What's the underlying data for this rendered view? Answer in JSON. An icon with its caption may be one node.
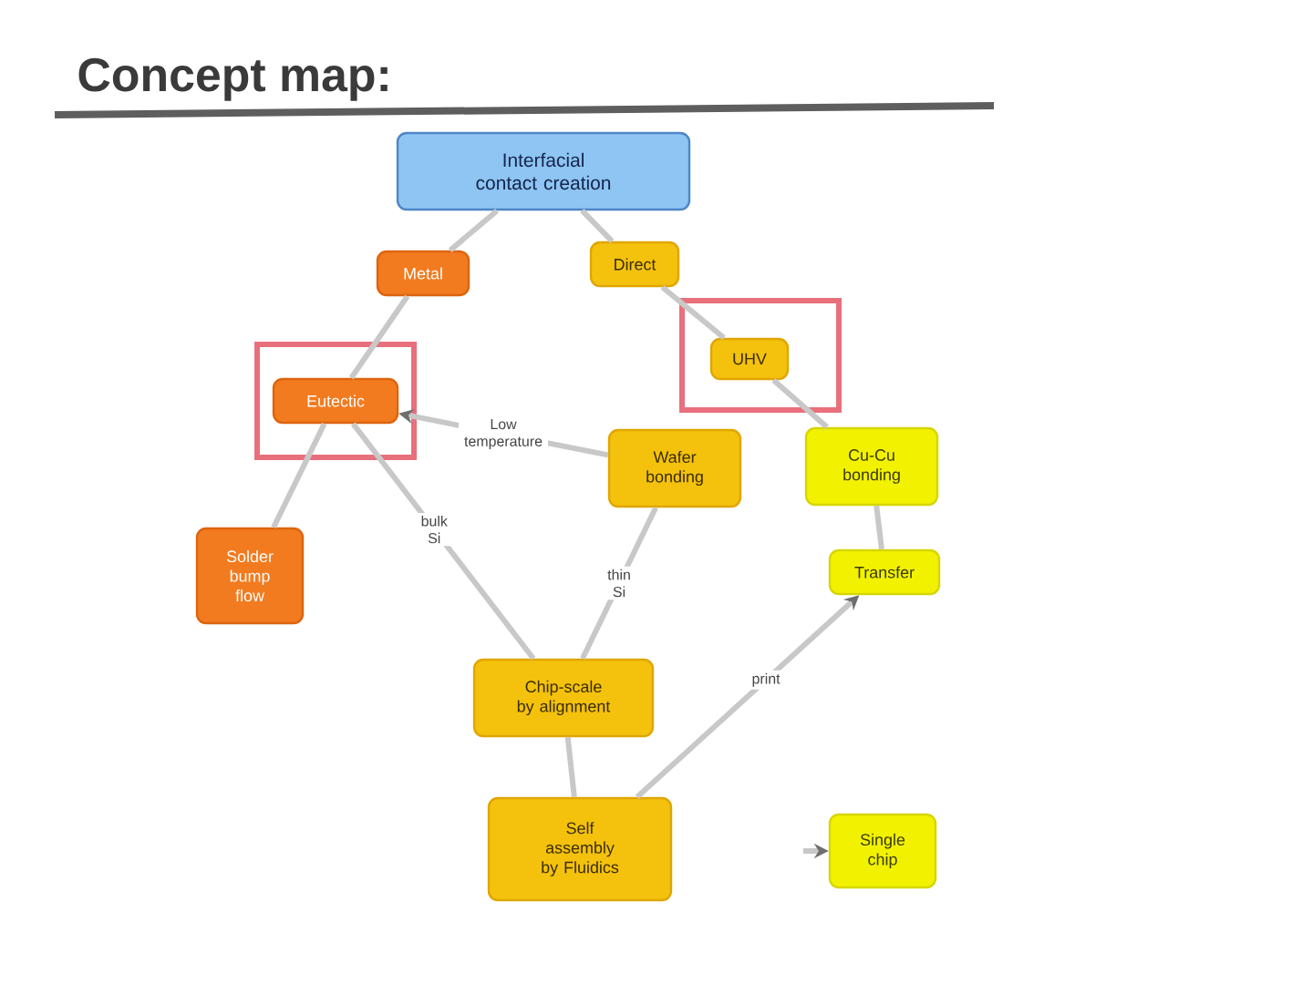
{
  "diagram": {
    "title": "Concept map:",
    "nodes": [
      {
        "text": [
          "Interfacial contact creation"
        ]
      },
      {
        "text": [
          "Metal"
        ]
      },
      {
        "text": [
          "Direct"
        ]
      },
      {
        "text": [],
        "shape": "box"
      },
      {
        "text": [
          "Eutectic"
        ],
        "in": 3
      },
      {
        "text": [],
        "shape": "box"
      },
      {
        "text": [
          "UHV"
        ],
        "in": 5
      },
      {
        "text": [
          "Wafer bonding"
        ]
      },
      {
        "text": [
          "Cu-Cu bonding"
        ]
      },
      {
        "text": [
          "Solder bump flow"
        ]
      },
      {
        "text": [
          "Transfer"
        ]
      },
      {
        "text": [
          "Chip-scale by alignment"
        ]
      },
      {
        "text": [
          "Self assembly by Fluidics"
        ]
      },
      {
        "text": [
          "Single chip"
        ]
      }
    ],
    "edges": [
      {
        "from": 0,
        "to": 1,
        "arrow": "none"
      },
      {
        "from": 0,
        "to": 2,
        "arrow": "none"
      },
      {
        "from": 1,
        "to": 4,
        "arrow": "none"
      },
      {
        "from": 2,
        "to": 6,
        "arrow": "none"
      },
      {
        "from": 7,
        "to": 4,
        "arrow": "to",
        "label": "Low temperature"
      },
      {
        "from": 4,
        "to": 9,
        "arrow": "none"
      },
      {
        "from": 4,
        "to": 11,
        "arrow": "none",
        "label": "bulk Si"
      },
      {
        "from": 7,
        "to": 11,
        "arrow": "none",
        "label": "thin Si"
      },
      {
        "from": 6,
        "to": 8,
        "arrow": "none"
      },
      {
        "from": 8,
        "to": 10,
        "arrow": "none"
      },
      {
        "from": 11,
        "to": 12,
        "arrow": "none"
      },
      {
        "from": 12,
        "to": 10,
        "arrow": "to",
        "label": "print"
      },
      {
        "from": null,
        "to": 13,
        "arrow": "to"
      }
    ]
  }
}
